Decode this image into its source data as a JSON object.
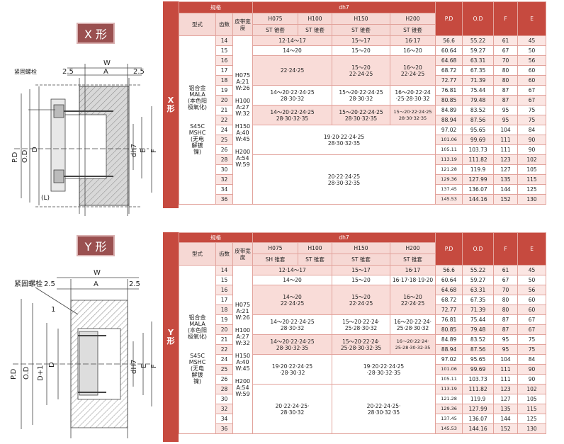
{
  "sections": [
    {
      "label": "X 形",
      "tag": "X\n形",
      "dims": {
        "W": "W",
        "A": "A",
        "left_gap": "2.5",
        "right_gap": "2.5",
        "screw": "紧固螺栓",
        "pd": "P.D",
        "od": "O.D",
        "d": "D",
        "dh7": "dh7",
        "e": "E",
        "f": "F",
        "l": "(L)"
      },
      "header": {
        "spec": "规格",
        "dh7": "dh7",
        "type": "型式",
        "teeth": "齿数",
        "belt": "皮带宽度",
        "h075": "H075",
        "h100": "H100",
        "h150": "H150",
        "h200": "H200",
        "h075sub": "ST 锥套",
        "h100sub": "ST 锥套",
        "h150sub": "ST 锥套",
        "h200sub": "ST 锥套",
        "pd": "P.D",
        "od": "O.D",
        "f": "F",
        "e": "E"
      },
      "type_text": [
        "铝合金",
        "MALA",
        "(本色阳",
        "极氧化)",
        "",
        "",
        "S45C",
        "MSHC",
        "(无电",
        "解镀",
        "镍)"
      ],
      "belt_text": [
        "H075",
        "A:21",
        "W:26",
        "",
        "H100",
        "A:27",
        "W:32",
        "",
        "H150",
        "A:40",
        "W:45",
        "",
        "H200",
        "A:54",
        "W:59"
      ],
      "teeth": [
        "14",
        "15",
        "16",
        "17",
        "18",
        "19",
        "20",
        "21",
        "22",
        "24",
        "25",
        "26",
        "28",
        "30",
        "32",
        "34",
        "36"
      ],
      "bore": {
        "r14": [
          "12·14～17",
          "15～17",
          "16·17"
        ],
        "r15": [
          "14～20",
          "15～20",
          "16～20"
        ],
        "g1": [
          "22·24·25",
          "15～20",
          "16～20"
        ],
        "g1b": [
          "22·24·25",
          "22·24·25"
        ],
        "r19": [
          "14～20·22·24·25",
          "15～20·22·24·25",
          "16～20·22·24"
        ],
        "r19b": [
          "28·30·32",
          "28·30·32",
          "·25·28·30·32"
        ],
        "r21": [
          "14～20·22·24·25",
          "15～20·22·24·25",
          "15～20·22·24·25"
        ],
        "r21b": [
          "28·30·32·35",
          "28·30·32·35",
          "28·30·32·35"
        ],
        "r24": [
          "19·20·22·24·25",
          "28·30·32·35"
        ],
        "r26": [
          "20·22·24·25",
          "28·30·32·35"
        ]
      },
      "pd": [
        "56.6",
        "60.64",
        "64.68",
        "68.72",
        "72.77",
        "76.81",
        "80.85",
        "84.89",
        "88.94",
        "97.02",
        "101.06",
        "105.11",
        "113.19",
        "121.28",
        "129.36",
        "137.45",
        "145.53"
      ],
      "od": [
        "55.22",
        "59.27",
        "63.31",
        "67.35",
        "71.39",
        "75.44",
        "79.48",
        "83.52",
        "87.56",
        "95.65",
        "99.69",
        "103.73",
        "111.82",
        "119.9",
        "127.99",
        "136.07",
        "144.16"
      ],
      "f": [
        "61",
        "67",
        "70",
        "80",
        "80",
        "87",
        "87",
        "95",
        "95",
        "104",
        "111",
        "111",
        "123",
        "127",
        "135",
        "144",
        "152"
      ],
      "e": [
        "45",
        "50",
        "56",
        "60",
        "60",
        "67",
        "67",
        "75",
        "75",
        "84",
        "90",
        "90",
        "102",
        "105",
        "115",
        "125",
        "130"
      ]
    },
    {
      "label": "Y 形",
      "tag": "Y\n形",
      "dims": {
        "W": "W",
        "A": "A",
        "left_gap": "2.5",
        "right_gap": "2.5",
        "screw": "紧固螺栓",
        "one": "1",
        "pd": "P.D",
        "od": "O.D",
        "d1": "D+1",
        "d": "D",
        "dh7": "dH7",
        "e": "E",
        "f": "F"
      },
      "header": {
        "spec": "规格",
        "dh7": "dh7",
        "type": "型式",
        "teeth": "齿数",
        "belt": "皮带宽度",
        "h075": "H075",
        "h100": "H100",
        "h150": "H150",
        "h200": "H200",
        "h075sub": "SH 锥套",
        "h100sub": "ST 锥套",
        "h150sub": "ST 锥套",
        "h200sub": "ST 锥套",
        "pd": "P.D",
        "od": "O.D",
        "f": "F",
        "e": "E"
      },
      "type_text": [
        "铝合金",
        "MALA",
        "(本色阳",
        "极氧化)",
        "",
        "",
        "S45C",
        "MSHC",
        "(无电",
        "解镀",
        "镍)"
      ],
      "belt_text": [
        "H075",
        "A:21",
        "W:26",
        "",
        "H100",
        "A:27",
        "W:32",
        "",
        "H150",
        "A:40",
        "W:45",
        "",
        "H200",
        "A:54",
        "W:59"
      ],
      "teeth": [
        "14",
        "15",
        "16",
        "17",
        "18",
        "19",
        "20",
        "21",
        "22",
        "24",
        "25",
        "26",
        "28",
        "30",
        "32",
        "34",
        "36"
      ],
      "bore": {
        "r14": [
          "12·14～17",
          "15～17",
          "16·17"
        ],
        "r15": [
          "14～20",
          "15～20",
          "16·17·18·19·20"
        ],
        "g1": [
          "14～20",
          "15～20",
          "16～20"
        ],
        "g1b": [
          "22·24·25",
          "22·24·25",
          "22·24·25"
        ],
        "r19": [
          "14～20·22·24·25",
          "15～20·22·24·",
          "16～20·22·24·"
        ],
        "r19b": [
          "28·30·32",
          "25·28·30·32",
          "25·28·30·32"
        ],
        "r21": [
          "14～20·22·24·25",
          "15～20·22·24·",
          "16～20·22·24·"
        ],
        "r21b": [
          "28·30·32·35",
          "25·28·30·32·35",
          "25·28·30·32·35"
        ],
        "r24": [
          "19·20·22·24·25",
          "·28·30·32",
          "19·20·22·24·25",
          "·28·30·32·35"
        ],
        "r26": [
          "20·22·24·25·",
          "28·30·32",
          "20·22·24·25·",
          "28·30·32·35"
        ]
      },
      "pd": [
        "56.6",
        "60.64",
        "64.68",
        "68.72",
        "72.77",
        "76.81",
        "80.85",
        "84.89",
        "88.94",
        "97.02",
        "101.06",
        "105.11",
        "113.19",
        "121.28",
        "129.36",
        "137.45",
        "145.53"
      ],
      "od": [
        "55.22",
        "59.27",
        "63.31",
        "67.35",
        "71.39",
        "75.44",
        "79.48",
        "83.52",
        "87.56",
        "95.65",
        "99.69",
        "103.73",
        "111.82",
        "119.9",
        "127.99",
        "136.07",
        "144.16"
      ],
      "f": [
        "61",
        "67",
        "70",
        "80",
        "80",
        "87",
        "87",
        "95",
        "95",
        "104",
        "111",
        "111",
        "123",
        "127",
        "135",
        "144",
        "152"
      ],
      "e": [
        "45",
        "50",
        "56",
        "60",
        "60",
        "67",
        "67",
        "75",
        "75",
        "84",
        "90",
        "90",
        "102",
        "105",
        "115",
        "125",
        "130"
      ]
    }
  ]
}
